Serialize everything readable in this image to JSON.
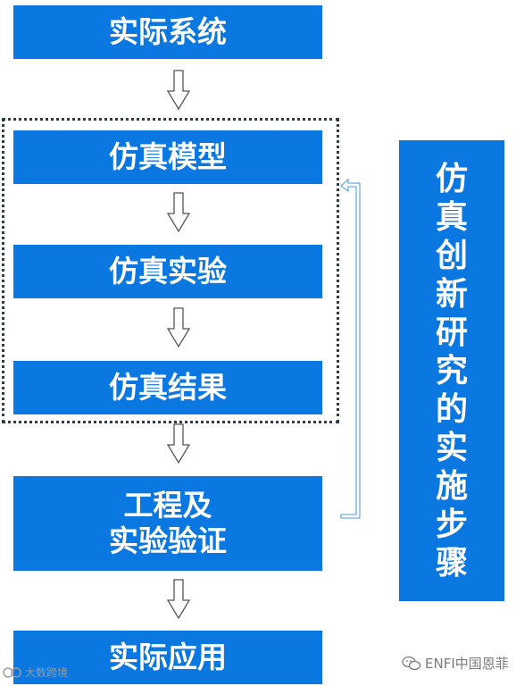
{
  "flow": {
    "step1": "实际系统",
    "step2": "仿真模型",
    "step3": "仿真实验",
    "step4": "仿真结果",
    "step5_line1": "工程及",
    "step5_line2": "实验验证",
    "step6": "实际应用"
  },
  "side_label_chars": [
    "仿",
    "真",
    "创",
    "新",
    "研",
    "究",
    "的",
    "实",
    "施",
    "步",
    "骤"
  ],
  "watermarks": {
    "left": "大数跨境",
    "right": "ENFI中国恩菲"
  },
  "icons": {
    "arrow": "down-arrow-icon",
    "feedback": "feedback-arrow-icon",
    "wechat": "wechat-icon"
  },
  "colors": {
    "box_fill": "#0a78e0",
    "dotted_border": "#2a3e52",
    "feedback_line": "#6aaee8"
  }
}
